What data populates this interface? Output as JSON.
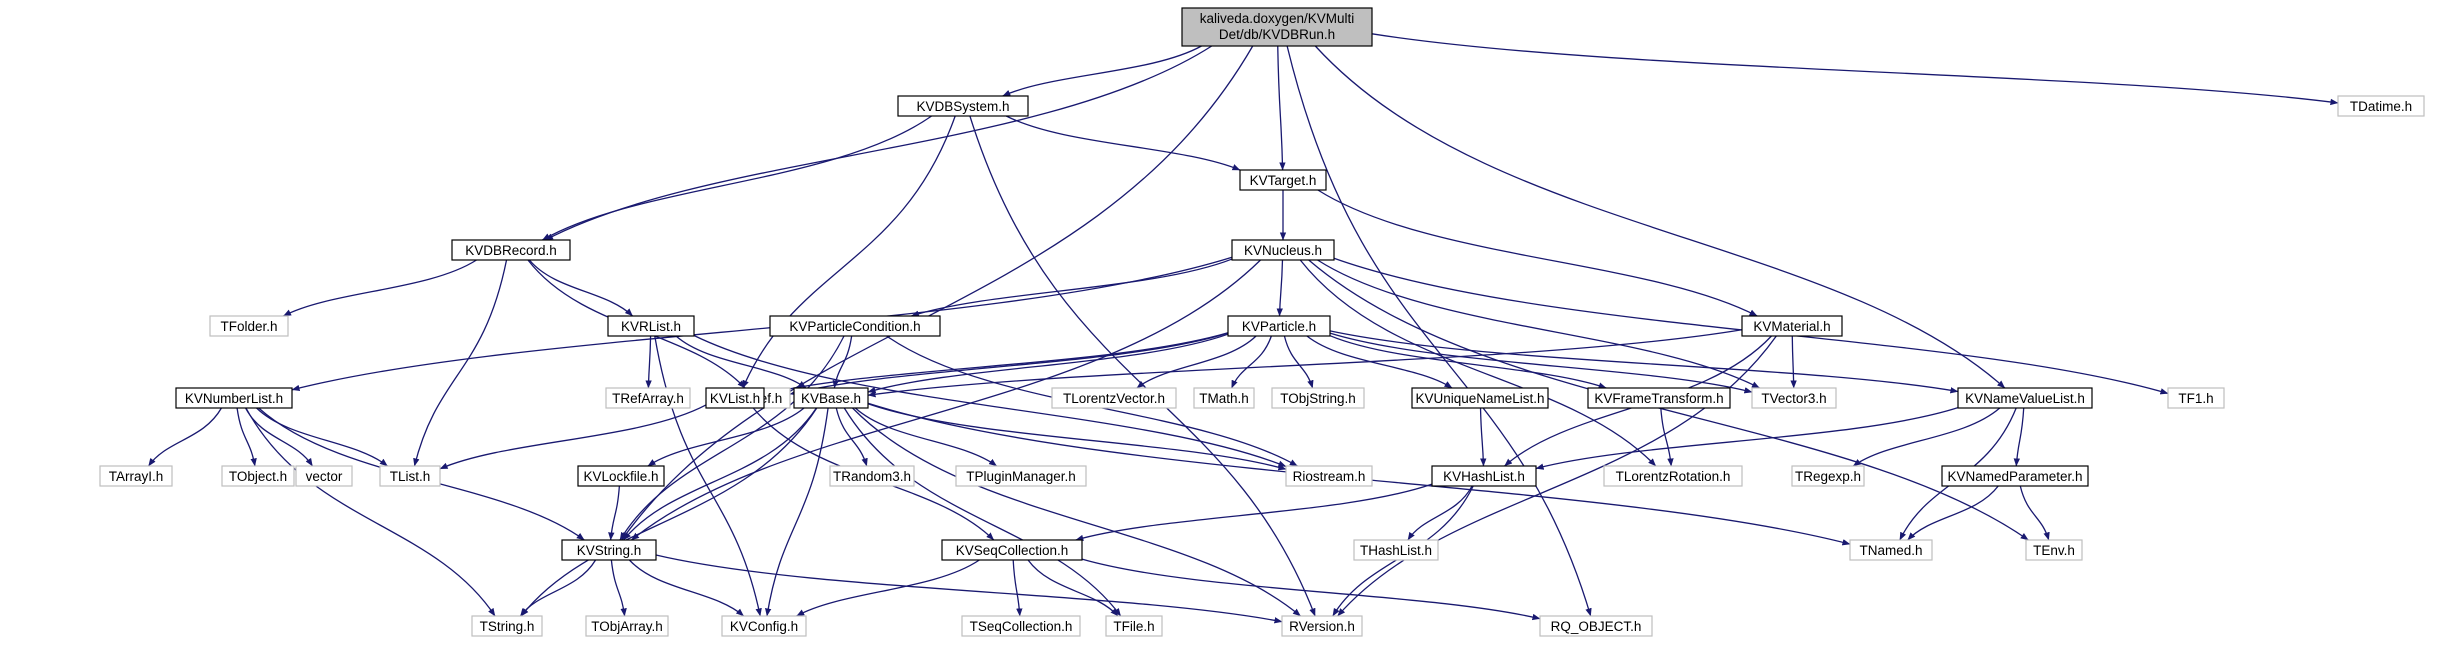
{
  "root_node": {
    "line1": "kaliveda.doxygen/KVMulti",
    "line2": "Det/db/KVDBRun.h"
  },
  "nodes": [
    {
      "id": "KVDBSystem",
      "label": "KVDBSystem.h",
      "documented": true
    },
    {
      "id": "TDatime",
      "label": "TDatime.h",
      "documented": false
    },
    {
      "id": "KVTarget",
      "label": "KVTarget.h",
      "documented": true
    },
    {
      "id": "KVDBRecord",
      "label": "KVDBRecord.h",
      "documented": true
    },
    {
      "id": "KVNucleus",
      "label": "KVNucleus.h",
      "documented": true
    },
    {
      "id": "TFolder",
      "label": "TFolder.h",
      "documented": false
    },
    {
      "id": "KVRList",
      "label": "KVRList.h",
      "documented": true
    },
    {
      "id": "KVParticleCondition",
      "label": "KVParticleCondition.h",
      "documented": true
    },
    {
      "id": "KVParticle",
      "label": "KVParticle.h",
      "documented": true
    },
    {
      "id": "KVMaterial",
      "label": "KVMaterial.h",
      "documented": true
    },
    {
      "id": "KVNumberList",
      "label": "KVNumberList.h",
      "documented": true
    },
    {
      "id": "TRefArray",
      "label": "TRefArray.h",
      "documented": false
    },
    {
      "id": "TRef",
      "label": "TRef.h",
      "documented": false
    },
    {
      "id": "KVList",
      "label": "KVList.h",
      "documented": true
    },
    {
      "id": "KVBase",
      "label": "KVBase.h",
      "documented": true
    },
    {
      "id": "TLorentzVector",
      "label": "TLorentzVector.h",
      "documented": false
    },
    {
      "id": "TMath",
      "label": "TMath.h",
      "documented": false
    },
    {
      "id": "TObjString",
      "label": "TObjString.h",
      "documented": false
    },
    {
      "id": "KVUniqueNameList",
      "label": "KVUniqueNameList.h",
      "documented": true
    },
    {
      "id": "KVFrameTransform",
      "label": "KVFrameTransform.h",
      "documented": true
    },
    {
      "id": "TVector3",
      "label": "TVector3.h",
      "documented": false
    },
    {
      "id": "KVNameValueList",
      "label": "KVNameValueList.h",
      "documented": true
    },
    {
      "id": "TF1",
      "label": "TF1.h",
      "documented": false
    },
    {
      "id": "TArrayI",
      "label": "TArrayI.h",
      "documented": false
    },
    {
      "id": "TObject",
      "label": "TObject.h",
      "documented": false
    },
    {
      "id": "vector",
      "label": "vector",
      "documented": false
    },
    {
      "id": "TList",
      "label": "TList.h",
      "documented": false
    },
    {
      "id": "KVLockfile",
      "label": "KVLockfile.h",
      "documented": true
    },
    {
      "id": "TRandom3",
      "label": "TRandom3.h",
      "documented": false
    },
    {
      "id": "TPluginManager",
      "label": "TPluginManager.h",
      "documented": false
    },
    {
      "id": "Riostream",
      "label": "Riostream.h",
      "documented": false
    },
    {
      "id": "KVHashList",
      "label": "KVHashList.h",
      "documented": true
    },
    {
      "id": "TLorentzRotation",
      "label": "TLorentzRotation.h",
      "documented": false
    },
    {
      "id": "TRegexp",
      "label": "TRegexp.h",
      "documented": false
    },
    {
      "id": "KVNamedParameter",
      "label": "KVNamedParameter.h",
      "documented": true
    },
    {
      "id": "KVString",
      "label": "KVString.h",
      "documented": true
    },
    {
      "id": "KVSeqCollection",
      "label": "KVSeqCollection.h",
      "documented": true
    },
    {
      "id": "THashList",
      "label": "THashList.h",
      "documented": false
    },
    {
      "id": "TNamed",
      "label": "TNamed.h",
      "documented": false
    },
    {
      "id": "TEnv",
      "label": "TEnv.h",
      "documented": false
    },
    {
      "id": "TString",
      "label": "TString.h",
      "documented": false
    },
    {
      "id": "TObjArray",
      "label": "TObjArray.h",
      "documented": false
    },
    {
      "id": "KVConfig",
      "label": "KVConfig.h",
      "documented": false
    },
    {
      "id": "TSeqCollection",
      "label": "TSeqCollection.h",
      "documented": false
    },
    {
      "id": "TFile",
      "label": "TFile.h",
      "documented": false
    },
    {
      "id": "RVersion",
      "label": "RVersion.h",
      "documented": false
    },
    {
      "id": "RQ_OBJECT",
      "label": "RQ_OBJECT.h",
      "documented": false
    }
  ],
  "edges": [
    [
      "KVDBRun",
      "KVDBSystem"
    ],
    [
      "KVDBRun",
      "TDatime"
    ],
    [
      "KVDBRun",
      "KVTarget"
    ],
    [
      "KVDBRun",
      "KVDBRecord"
    ],
    [
      "KVDBRun",
      "KVString"
    ],
    [
      "KVDBRun",
      "KVNameValueList"
    ],
    [
      "KVDBRun",
      "RQ_OBJECT"
    ],
    [
      "KVDBSystem",
      "KVDBRecord"
    ],
    [
      "KVDBSystem",
      "KVTarget"
    ],
    [
      "KVDBSystem",
      "KVList"
    ],
    [
      "KVDBSystem",
      "RVersion"
    ],
    [
      "KVTarget",
      "KVNucleus"
    ],
    [
      "KVTarget",
      "KVMaterial"
    ],
    [
      "KVDBRecord",
      "TFolder"
    ],
    [
      "KVDBRecord",
      "KVRList"
    ],
    [
      "KVDBRecord",
      "TRef"
    ],
    [
      "KVDBRecord",
      "TList"
    ],
    [
      "KVNucleus",
      "KVParticle"
    ],
    [
      "KVNucleus",
      "KVParticleCondition"
    ],
    [
      "KVNucleus",
      "KVNumberList"
    ],
    [
      "KVNucleus",
      "KVString"
    ],
    [
      "KVNucleus",
      "TVector3"
    ],
    [
      "KVNucleus",
      "TEnv"
    ],
    [
      "KVNucleus",
      "TLorentzRotation"
    ],
    [
      "KVNucleus",
      "TF1"
    ],
    [
      "KVRList",
      "TRefArray"
    ],
    [
      "KVRList",
      "KVBase"
    ],
    [
      "KVRList",
      "KVConfig"
    ],
    [
      "KVRList",
      "Riostream"
    ],
    [
      "KVParticleCondition",
      "KVBase"
    ],
    [
      "KVParticleCondition",
      "KVString"
    ],
    [
      "KVParticleCondition",
      "Riostream"
    ],
    [
      "KVParticle",
      "TRef"
    ],
    [
      "KVParticle",
      "KVList"
    ],
    [
      "KVParticle",
      "KVBase"
    ],
    [
      "KVParticle",
      "TLorentzVector"
    ],
    [
      "KVParticle",
      "TMath"
    ],
    [
      "KVParticle",
      "TObjString"
    ],
    [
      "KVParticle",
      "KVUniqueNameList"
    ],
    [
      "KVParticle",
      "KVFrameTransform"
    ],
    [
      "KVParticle",
      "TVector3"
    ],
    [
      "KVParticle",
      "KVNameValueList"
    ],
    [
      "KVMaterial",
      "KVBase"
    ],
    [
      "KVMaterial",
      "TVector3"
    ],
    [
      "KVMaterial",
      "KVHashList"
    ],
    [
      "KVMaterial",
      "RVersion"
    ],
    [
      "KVNumberList",
      "TArrayI"
    ],
    [
      "KVNumberList",
      "TObject"
    ],
    [
      "KVNumberList",
      "vector"
    ],
    [
      "KVNumberList",
      "TList"
    ],
    [
      "KVNumberList",
      "KVString"
    ],
    [
      "KVNumberList",
      "TString"
    ],
    [
      "KVList",
      "TList"
    ],
    [
      "KVList",
      "KVSeqCollection"
    ],
    [
      "KVBase",
      "KVLockfile"
    ],
    [
      "KVBase",
      "TRandom3"
    ],
    [
      "KVBase",
      "TPluginManager"
    ],
    [
      "KVBase",
      "Riostream"
    ],
    [
      "KVBase",
      "TNamed"
    ],
    [
      "KVBase",
      "TFile"
    ],
    [
      "KVBase",
      "RVersion"
    ],
    [
      "KVBase",
      "KVConfig"
    ],
    [
      "KVBase",
      "KVString"
    ],
    [
      "KVBase",
      "TString"
    ],
    [
      "KVUniqueNameList",
      "KVHashList"
    ],
    [
      "KVFrameTransform",
      "TLorentzRotation"
    ],
    [
      "KVNameValueList",
      "KVHashList"
    ],
    [
      "KVNameValueList",
      "TRegexp"
    ],
    [
      "KVNameValueList",
      "KVNamedParameter"
    ],
    [
      "KVNameValueList",
      "TNamed"
    ],
    [
      "KVNamedParameter",
      "TNamed"
    ],
    [
      "KVNamedParameter",
      "TEnv"
    ],
    [
      "KVHashList",
      "KVSeqCollection"
    ],
    [
      "KVHashList",
      "THashList"
    ],
    [
      "KVHashList",
      "RVersion"
    ],
    [
      "KVLockfile",
      "KVString"
    ],
    [
      "KVString",
      "TString"
    ],
    [
      "KVString",
      "TObjArray"
    ],
    [
      "KVString",
      "KVConfig"
    ],
    [
      "KVString",
      "RVersion"
    ],
    [
      "KVSeqCollection",
      "TSeqCollection"
    ],
    [
      "KVSeqCollection",
      "TFile"
    ],
    [
      "KVSeqCollection",
      "KVConfig"
    ],
    [
      "KVSeqCollection",
      "RQ_OBJECT"
    ]
  ],
  "colors": {
    "edge": "#191970",
    "root_fill": "#bfbfbf",
    "documented_border": "#000000",
    "undocumented_border": "#bfbfbf",
    "text": "#000000"
  }
}
